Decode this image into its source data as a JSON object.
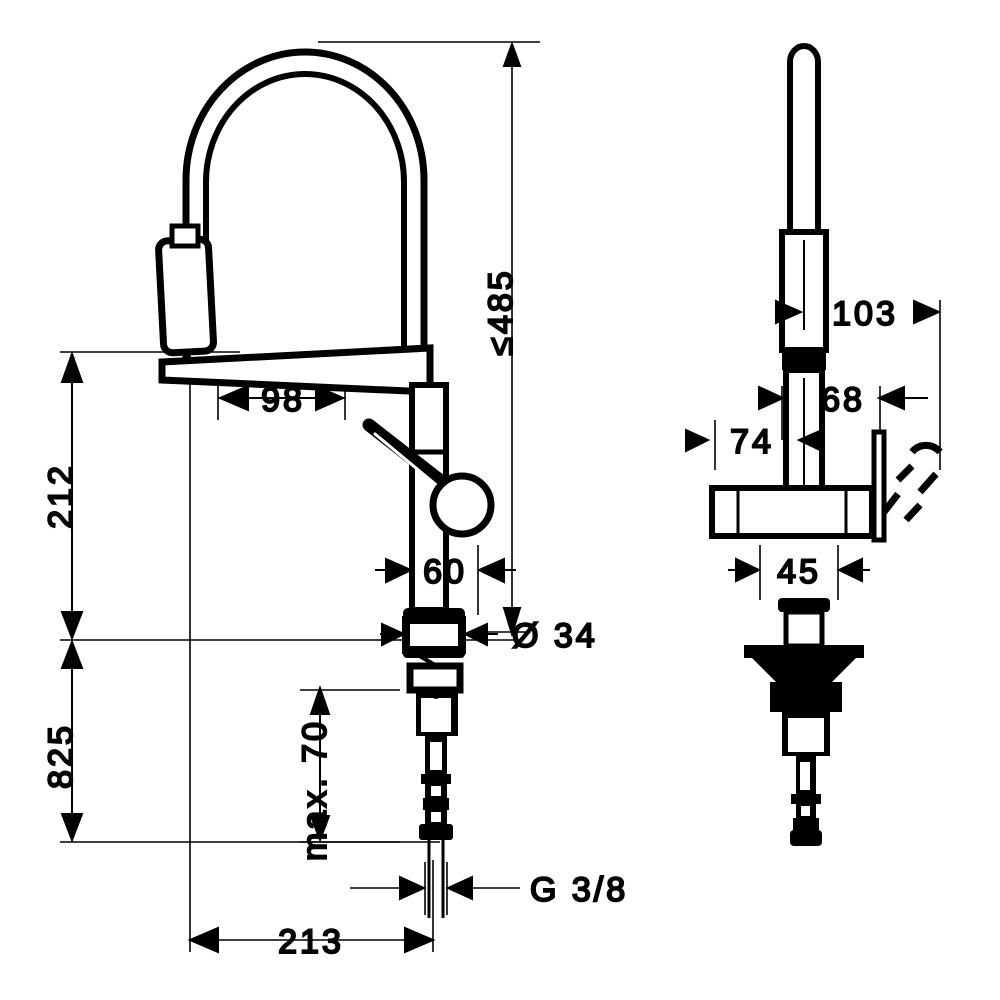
{
  "drawing": {
    "title": "Kitchen mixer technical dimension drawing",
    "line_color": "#000000",
    "background_color": "#ffffff",
    "views": [
      {
        "name": "side-view",
        "position": "left"
      },
      {
        "name": "front-view",
        "position": "right"
      }
    ]
  },
  "dimensions": {
    "side_view": {
      "max_height": "≤485",
      "spout_reach": "98",
      "upper_height": "212",
      "lower_height": "825",
      "body_width": "60",
      "base_diameter": "Ø  34",
      "max_deck_thickness": "max. 70",
      "thread": "G 3/8",
      "total_depth": "213"
    },
    "front_view": {
      "spout_offset": "103",
      "lever_offset": "68",
      "left_offset": "74",
      "body_width": "45"
    }
  }
}
